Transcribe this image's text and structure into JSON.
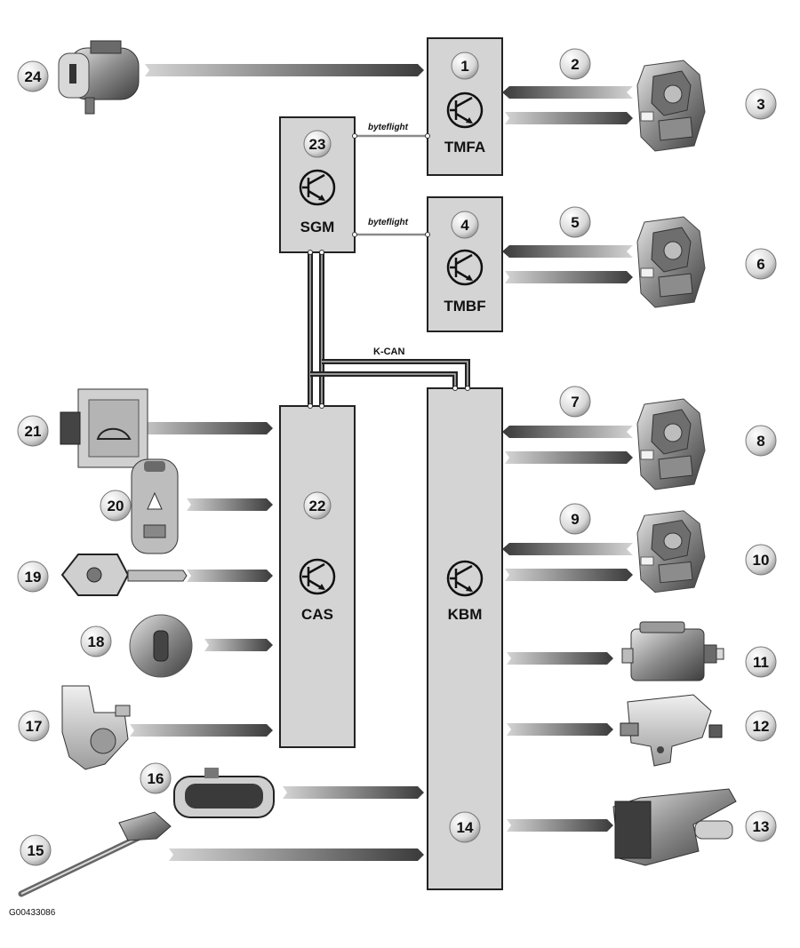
{
  "modules": {
    "tmfa": {
      "number": "1",
      "name": "TMFA"
    },
    "tmbf": {
      "number": "4",
      "name": "TMBF"
    },
    "sgm": {
      "number": "23",
      "name": "SGM"
    },
    "cas": {
      "number": "22",
      "name": "CAS"
    },
    "kbm": {
      "number": "",
      "name": "KBM"
    }
  },
  "buses": {
    "sgm_tmfa": "byteflight",
    "sgm_tmbf": "byteflight",
    "kcan": "K-CAN"
  },
  "callouts": [
    "24",
    "2",
    "3",
    "5",
    "6",
    "7",
    "8",
    "9",
    "10",
    "11",
    "12",
    "13",
    "14",
    "15",
    "16",
    "17",
    "18",
    "19",
    "20",
    "21"
  ],
  "figure_id": "G00433086"
}
